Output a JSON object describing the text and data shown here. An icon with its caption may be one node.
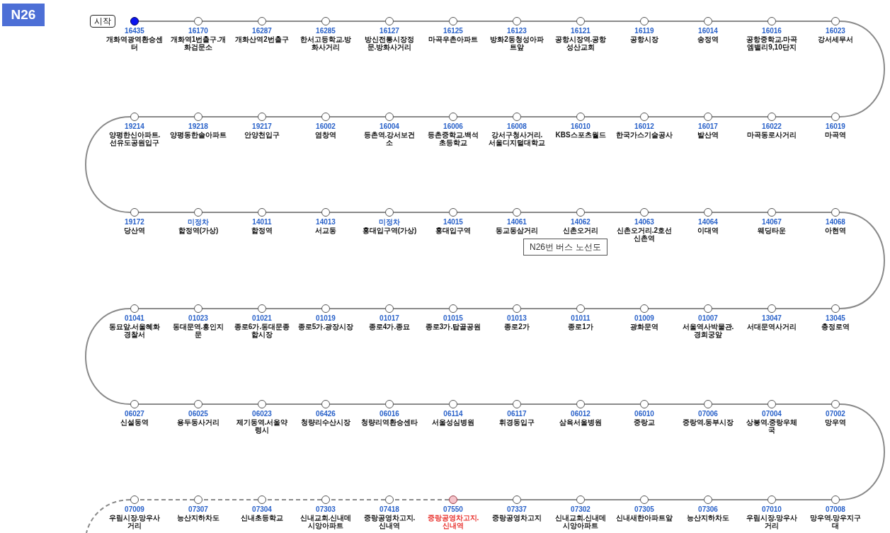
{
  "diagram": {
    "title": "N26",
    "nodes": [
      {
        "text": [
          "16435",
          "개화역광역환승센터"
        ]
      },
      {
        "text": [
          "16170",
          "개화역1번출구.개화검문소"
        ]
      },
      {
        "text": [
          "16287",
          "개화산역2번출구"
        ]
      },
      {
        "text": [
          "16285",
          "한서고등학교.방화사거리"
        ]
      },
      {
        "text": [
          "16127",
          "방신전통시장정문.방화사거리"
        ]
      },
      {
        "text": [
          "16125",
          "마곡우촌아파트"
        ]
      },
      {
        "text": [
          "16123",
          "방화2동청성아파트앞"
        ]
      },
      {
        "text": [
          "16121",
          "공항시장역.공항성산교회"
        ]
      },
      {
        "text": [
          "16119",
          "공항시장"
        ]
      },
      {
        "text": [
          "16014",
          "송정역"
        ]
      },
      {
        "text": [
          "16016",
          "공항중학교.마곡엠밸리9,10단지"
        ]
      },
      {
        "text": [
          "16023",
          "강서세무서"
        ]
      },
      {
        "text": [
          "16019",
          "마곡역"
        ]
      },
      {
        "text": [
          "16022",
          "마곡동로사거리"
        ]
      },
      {
        "text": [
          "16017",
          "발산역"
        ]
      },
      {
        "text": [
          "16012",
          "한국가스기술공사"
        ]
      },
      {
        "text": [
          "16010",
          "KBS스포츠월드"
        ]
      },
      {
        "text": [
          "16008",
          "강서구청사거리.서울디지털대학교"
        ]
      },
      {
        "text": [
          "16006",
          "등촌중학교.백석초등학교"
        ]
      },
      {
        "text": [
          "16004",
          "등촌역.강서보건소"
        ]
      },
      {
        "text": [
          "16002",
          "염창역"
        ]
      },
      {
        "text": [
          "19217",
          "안양천입구"
        ]
      },
      {
        "text": [
          "19218",
          "양평동한솔아파트"
        ]
      },
      {
        "text": [
          "19214",
          "양평한신아파트.선유도공원입구"
        ]
      },
      {
        "text": [
          "19172",
          "당산역"
        ]
      },
      {
        "text": [
          "미정차",
          "합정역(가상)"
        ]
      },
      {
        "text": [
          "14011",
          "합정역"
        ]
      },
      {
        "text": [
          "14013",
          "서교동"
        ]
      },
      {
        "text": [
          "미정차",
          "홍대입구역(가상)"
        ]
      },
      {
        "text": [
          "14015",
          "홍대입구역"
        ]
      },
      {
        "text": [
          "14061",
          "동교동삼거리"
        ]
      },
      {
        "text": [
          "14062",
          "신촌오거리"
        ]
      },
      {
        "text": [
          "14063",
          "신촌오거리.2호선신촌역"
        ]
      },
      {
        "text": [
          "14064",
          "이대역"
        ]
      },
      {
        "text": [
          "14067",
          "웨딩타운"
        ]
      },
      {
        "text": [
          "14068",
          "아현역"
        ]
      },
      {
        "text": [
          "13045",
          "충정로역"
        ]
      },
      {
        "text": [
          "13047",
          "서대문역사거리"
        ]
      },
      {
        "text": [
          "01007",
          "서울역사박물관.경희궁앞"
        ]
      },
      {
        "text": [
          "01009",
          "광화문역"
        ]
      },
      {
        "text": [
          "01011",
          "종로1가"
        ]
      },
      {
        "text": [
          "01013",
          "종로2가"
        ]
      },
      {
        "text": [
          "01015",
          "종로3가.탑골공원"
        ]
      },
      {
        "text": [
          "01017",
          "종로4가.종묘"
        ]
      },
      {
        "text": [
          "01019",
          "종로5가.광장시장"
        ]
      },
      {
        "text": [
          "01021",
          "종로6가.동대문종합시장"
        ]
      },
      {
        "text": [
          "01023",
          "동대문역.흥인지문"
        ]
      },
      {
        "text": [
          "01041",
          "동묘앞.서울혜화경찰서"
        ]
      },
      {
        "text": [
          "06027",
          "신설동역"
        ]
      },
      {
        "text": [
          "06025",
          "용두동사거리"
        ]
      },
      {
        "text": [
          "06023",
          "제기동역.서울약령시"
        ]
      },
      {
        "text": [
          "06426",
          "청량리수산시장"
        ]
      },
      {
        "text": [
          "06016",
          "청량리역환승센타"
        ]
      },
      {
        "text": [
          "06114",
          "서울성심병원"
        ]
      },
      {
        "text": [
          "06117",
          "휘경동입구"
        ]
      },
      {
        "text": [
          "06012",
          "삼육서울병원"
        ]
      },
      {
        "text": [
          "06010",
          "중랑교"
        ]
      },
      {
        "text": [
          "07006",
          "중랑역.동부시장"
        ]
      },
      {
        "text": [
          "07004",
          "상봉역.중랑우체국"
        ]
      },
      {
        "text": [
          "07002",
          "망우역"
        ]
      },
      {
        "text": [
          "07008",
          "망우역.망우지구대"
        ]
      },
      {
        "text": [
          "07010",
          "우림시장.망우사거리"
        ]
      },
      {
        "text": [
          "07306",
          "능산지하차도"
        ]
      },
      {
        "text": [
          "07305",
          "신내새한아파트앞"
        ]
      },
      {
        "text": [
          "07302",
          "신내교회.신내데시앙아파트"
        ]
      },
      {
        "text": [
          "07337",
          "중랑공영차고지"
        ]
      },
      {
        "text": [
          "07550",
          "중랑공영차고지.신내역"
        ]
      },
      {
        "text": [
          "07418",
          "중랑공영차고지.신내역"
        ]
      },
      {
        "text": [
          "07303",
          "신내교회.신내데시앙아파트"
        ]
      },
      {
        "text": [
          "07304",
          "신내초등학교"
        ]
      },
      {
        "text": [
          "07307",
          "능산지하차도"
        ]
      },
      {
        "text": [
          "07009",
          "우림시장.망우사거리"
        ]
      }
    ],
    "edges": [
      {
        "from": 0,
        "to": 1,
        "arrow": "none"
      },
      {
        "from": 1,
        "to": 2,
        "arrow": "none"
      },
      {
        "from": 2,
        "to": 3,
        "arrow": "none"
      },
      {
        "from": 3,
        "to": 4,
        "arrow": "none"
      },
      {
        "from": 4,
        "to": 5,
        "arrow": "none"
      },
      {
        "from": 5,
        "to": 6,
        "arrow": "none"
      },
      {
        "from": 6,
        "to": 7,
        "arrow": "none"
      },
      {
        "from": 7,
        "to": 8,
        "arrow": "none"
      },
      {
        "from": 8,
        "to": 9,
        "arrow": "none"
      },
      {
        "from": 9,
        "to": 10,
        "arrow": "none"
      },
      {
        "from": 10,
        "to": 11,
        "arrow": "none"
      },
      {
        "from": 11,
        "to": 12,
        "arrow": "none"
      },
      {
        "from": 12,
        "to": 13,
        "arrow": "none"
      },
      {
        "from": 13,
        "to": 14,
        "arrow": "none"
      },
      {
        "from": 14,
        "to": 15,
        "arrow": "none"
      },
      {
        "from": 15,
        "to": 16,
        "arrow": "none"
      },
      {
        "from": 16,
        "to": 17,
        "arrow": "none"
      },
      {
        "from": 17,
        "to": 18,
        "arrow": "none"
      },
      {
        "from": 18,
        "to": 19,
        "arrow": "none"
      },
      {
        "from": 19,
        "to": 20,
        "arrow": "none"
      },
      {
        "from": 20,
        "to": 21,
        "arrow": "none"
      },
      {
        "from": 21,
        "to": 22,
        "arrow": "none"
      },
      {
        "from": 22,
        "to": 23,
        "arrow": "none"
      },
      {
        "from": 23,
        "to": 24,
        "arrow": "none"
      },
      {
        "from": 24,
        "to": 25,
        "arrow": "none"
      },
      {
        "from": 25,
        "to": 26,
        "arrow": "none"
      },
      {
        "from": 26,
        "to": 27,
        "arrow": "none"
      },
      {
        "from": 27,
        "to": 28,
        "arrow": "none"
      },
      {
        "from": 28,
        "to": 29,
        "arrow": "none"
      },
      {
        "from": 29,
        "to": 30,
        "arrow": "none"
      },
      {
        "from": 30,
        "to": 31,
        "arrow": "none"
      },
      {
        "from": 31,
        "to": 32,
        "arrow": "none"
      },
      {
        "from": 32,
        "to": 33,
        "arrow": "none"
      },
      {
        "from": 33,
        "to": 34,
        "arrow": "none"
      },
      {
        "from": 34,
        "to": 35,
        "arrow": "none"
      },
      {
        "from": 35,
        "to": 36,
        "arrow": "none"
      },
      {
        "from": 36,
        "to": 37,
        "arrow": "none"
      },
      {
        "from": 37,
        "to": 38,
        "arrow": "none"
      },
      {
        "from": 38,
        "to": 39,
        "arrow": "none"
      },
      {
        "from": 39,
        "to": 40,
        "arrow": "none"
      },
      {
        "from": 40,
        "to": 41,
        "arrow": "none"
      },
      {
        "from": 41,
        "to": 42,
        "arrow": "none"
      },
      {
        "from": 42,
        "to": 43,
        "arrow": "none"
      },
      {
        "from": 43,
        "to": 44,
        "arrow": "none"
      },
      {
        "from": 44,
        "to": 45,
        "arrow": "none"
      },
      {
        "from": 45,
        "to": 46,
        "arrow": "none"
      },
      {
        "from": 46,
        "to": 47,
        "arrow": "none"
      },
      {
        "from": 47,
        "to": 48,
        "arrow": "none"
      },
      {
        "from": 48,
        "to": 49,
        "arrow": "none"
      },
      {
        "from": 49,
        "to": 50,
        "arrow": "none"
      },
      {
        "from": 50,
        "to": 51,
        "arrow": "none"
      },
      {
        "from": 51,
        "to": 52,
        "arrow": "none"
      },
      {
        "from": 52,
        "to": 53,
        "arrow": "none"
      },
      {
        "from": 53,
        "to": 54,
        "arrow": "none"
      },
      {
        "from": 54,
        "to": 55,
        "arrow": "none"
      },
      {
        "from": 55,
        "to": 56,
        "arrow": "none"
      },
      {
        "from": 56,
        "to": 57,
        "arrow": "none"
      },
      {
        "from": 57,
        "to": 58,
        "arrow": "none"
      },
      {
        "from": 58,
        "to": 59,
        "arrow": "none"
      },
      {
        "from": 59,
        "to": 60,
        "arrow": "none"
      },
      {
        "from": 60,
        "to": 61,
        "arrow": "none"
      },
      {
        "from": 61,
        "to": 62,
        "arrow": "none"
      },
      {
        "from": 62,
        "to": 63,
        "arrow": "none"
      },
      {
        "from": 63,
        "to": 64,
        "arrow": "none"
      },
      {
        "from": 64,
        "to": 65,
        "arrow": "none"
      },
      {
        "from": 65,
        "to": 66,
        "arrow": "none"
      },
      {
        "from": 66,
        "to": 67,
        "arrow": "none",
        "style": "dashed"
      },
      {
        "from": 67,
        "to": 68,
        "arrow": "none",
        "style": "dashed"
      },
      {
        "from": 68,
        "to": 69,
        "arrow": "none",
        "style": "dashed"
      },
      {
        "from": 69,
        "to": 70,
        "arrow": "none",
        "style": "dashed"
      },
      {
        "from": 70,
        "to": 71,
        "arrow": "none",
        "style": "dashed"
      },
      {
        "from": 71,
        "to": null,
        "arrow": "none",
        "style": "dashed"
      }
    ],
    "labels": [
      "시작",
      "N26번 버스 노선도"
    ]
  }
}
